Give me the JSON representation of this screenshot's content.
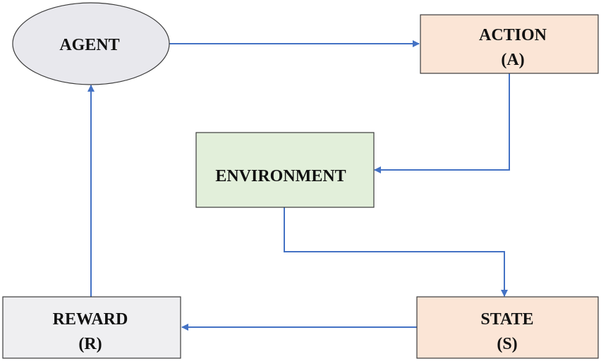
{
  "nodes": {
    "agent": {
      "label": "AGENT",
      "fill": "#e8e8ed"
    },
    "action": {
      "label": "ACTION",
      "sub": "(A)",
      "fill": "#fbe5d6"
    },
    "environment": {
      "label": "ENVIRONMENT",
      "fill": "#e2efda"
    },
    "state": {
      "label": "STATE",
      "sub": "(S)",
      "fill": "#fbe5d6"
    },
    "reward": {
      "label": "REWARD",
      "sub": "(R)",
      "fill": "#efeff1"
    }
  },
  "colors": {
    "edge": "#4472c4",
    "border": "#3b3b3b"
  }
}
